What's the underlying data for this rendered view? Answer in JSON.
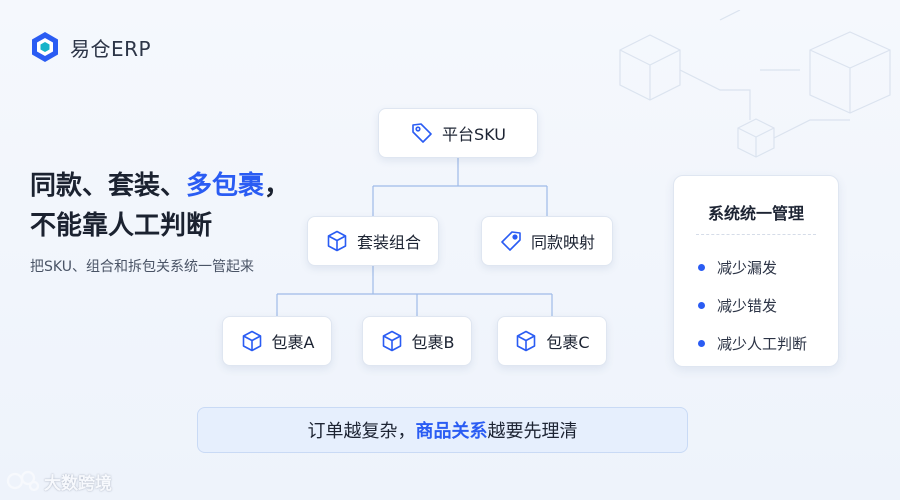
{
  "brand": {
    "name": "易仓ERP",
    "logo_icon": "erp-logo-icon"
  },
  "headline": {
    "line1_part1": "同款、套装、",
    "line1_accent": "多包裹",
    "line1_part2": "，",
    "line2": "不能靠人工判断",
    "subtitle": "把SKU、组合和拆包关系统一管起来"
  },
  "diagram": {
    "root": {
      "label": "平台SKU",
      "icon": "tag-icon"
    },
    "level2": [
      {
        "label": "套装组合",
        "icon": "box-icon"
      },
      {
        "label": "同款映射",
        "icon": "tag-icon"
      }
    ],
    "packages": [
      {
        "label": "包裹A",
        "icon": "box-icon"
      },
      {
        "label": "包裹B",
        "icon": "box-icon"
      },
      {
        "label": "包裹C",
        "icon": "box-icon"
      }
    ]
  },
  "panel": {
    "title": "系统统一管理",
    "items": [
      "减少漏发",
      "减少错发",
      "减少人工判断"
    ]
  },
  "banner": {
    "part1": "订单越复杂，",
    "accent": "商品关系",
    "part2": "越要先理清"
  },
  "watermark": {
    "text": "大数跨境"
  },
  "colors": {
    "accent": "#2a5cf3",
    "background": "#f2f6fc",
    "card_border": "#dfe6f1",
    "line": "#9fbbe8"
  }
}
